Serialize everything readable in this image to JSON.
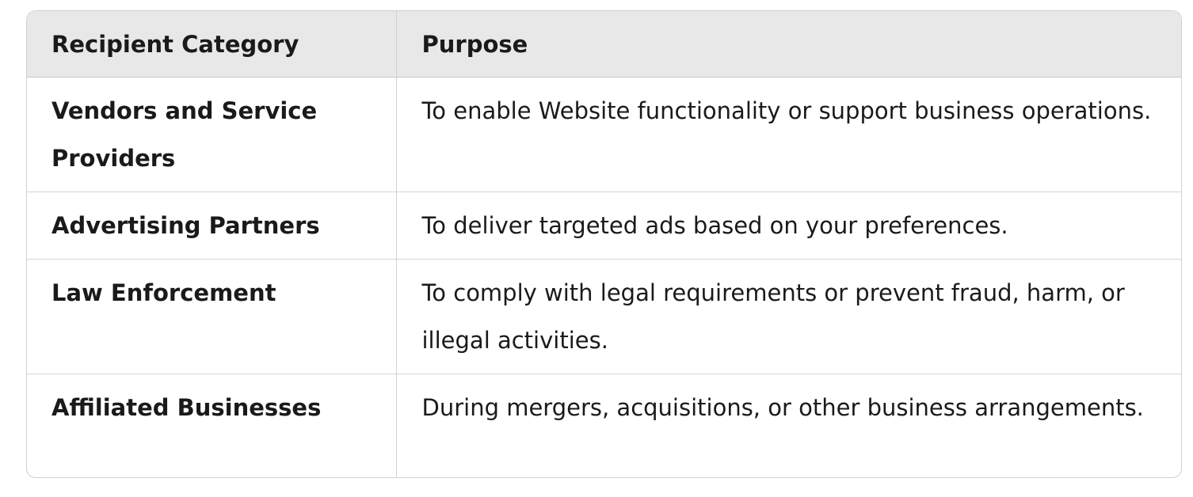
{
  "table": {
    "headers": {
      "category": "Recipient Category",
      "purpose": "Purpose"
    },
    "rows": [
      {
        "category": "Vendors and Service Providers",
        "purpose": "To enable Website functionality or support business operations."
      },
      {
        "category": "Advertising Partners",
        "purpose": "To deliver targeted ads based on your preferences."
      },
      {
        "category": "Law Enforcement",
        "purpose": "To comply with legal requirements or prevent fraud, harm, or illegal activities."
      },
      {
        "category": "Affiliated Businesses",
        "purpose": "During mergers, acquisitions, or other business arrangements."
      }
    ]
  }
}
